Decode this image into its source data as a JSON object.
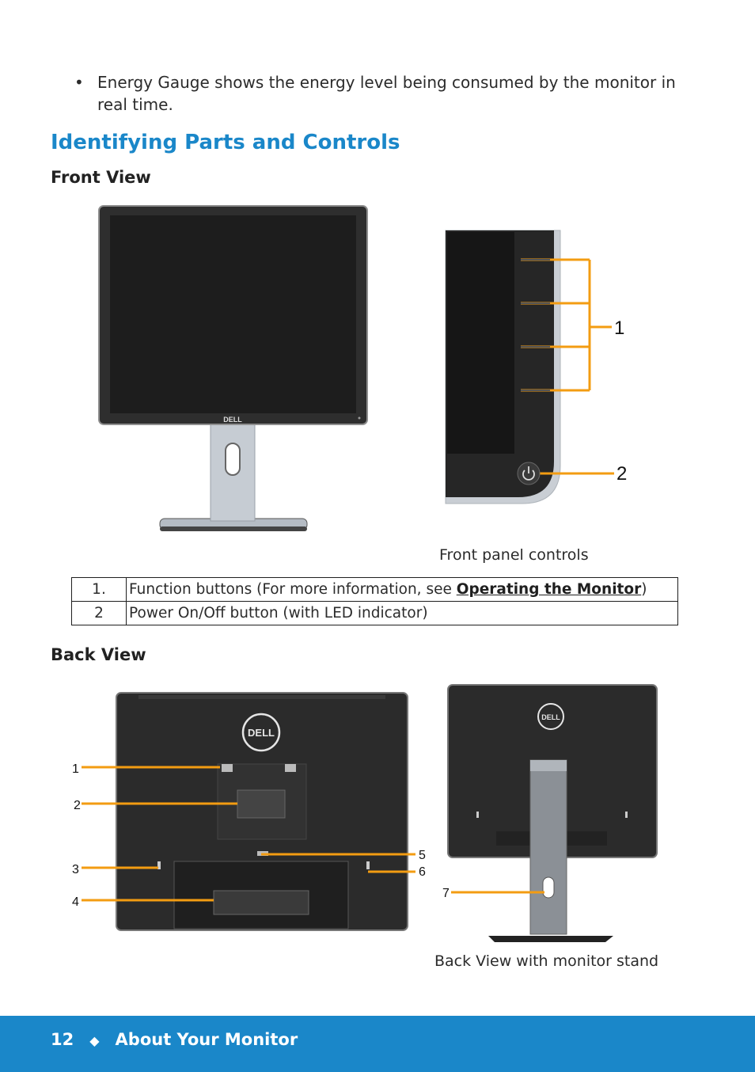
{
  "bullet": {
    "text": "Energy Gauge shows the energy level being consumed by the monitor in real time."
  },
  "section": {
    "title": "Identifying Parts and Controls"
  },
  "front_view": {
    "heading": "Front View",
    "caption": "Front panel controls",
    "logo_text": "DELL",
    "callouts": [
      "1",
      "2"
    ],
    "table": [
      {
        "num": "1.",
        "desc_prefix": "Function buttons (For more information, see ",
        "link": "Operating the Monitor",
        "desc_suffix": ")"
      },
      {
        "num": "2",
        "desc": "Power On/Off button (with LED indicator)"
      }
    ]
  },
  "back_view": {
    "heading": "Back View",
    "caption": "Back View with monitor stand",
    "logo_text": "DELL",
    "callouts": [
      "1",
      "2",
      "3",
      "4",
      "5",
      "6",
      "7"
    ]
  },
  "footer": {
    "page_number": "12",
    "separator": "◆",
    "chapter": "About Your Monitor"
  },
  "colors": {
    "accent": "#1a87c9",
    "callout_line": "#f39c12"
  }
}
